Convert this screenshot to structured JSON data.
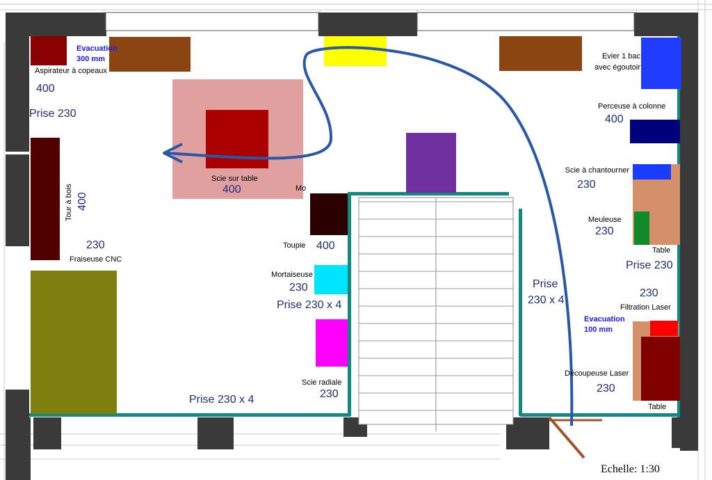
{
  "labels": {
    "evac_top": "Evacuation",
    "evac_top_size": "300 mm",
    "aspirateur": "Aspirateur à copeaux",
    "aspirateur_power": "400",
    "prise_left": "Prise 230",
    "tour_a_bois": "Tour à bois",
    "tour_power": "400",
    "fraiseuse_power": "230",
    "fraiseuse": "Fraiseuse CNC",
    "scie_table": "Scie sur table",
    "scie_table_power": "400",
    "mo_partial": "Mo",
    "toupie": "Toupie",
    "toupie_power": "400",
    "mortaiseuse": "Mortaiseuse",
    "mortaiseuse_power": "230",
    "prise_center": "Prise 230 x 4",
    "scie_radiale": "Scie radiale",
    "scie_radiale_power": "230",
    "prise_bottom": "Prise 230 x 4",
    "prise_right_line1": "Prise",
    "prise_right_line2": "230 x 4",
    "evier_line1": "Evier 1 bac",
    "evier_line2": "avec égoutoir",
    "perceuse": "Perceuse à colonne",
    "perceuse_power": "400",
    "scie_chantourner": "Scie à chantourner",
    "chantourner_power": "230",
    "meuleuse": "Meuleuse",
    "meuleuse_power": "230",
    "table_right_1": "Table",
    "prise_right": "Prise 230",
    "filtration_power": "230",
    "filtration": "Filtration Laser",
    "evac_right": "Evacuation",
    "evac_right_size": "100 mm",
    "decoupeuse": "Découpeuse Laser",
    "decoupeuse_power": "230",
    "table_right_2": "Table",
    "scale": "Echelle: 1:30"
  },
  "colors": {
    "wall": "#3a3a3a",
    "partition": "#128a80",
    "aspirateur": "#8b0000",
    "cabinet": "#8b4513",
    "light": "#ffff00",
    "evier": "#1f3cff",
    "perceuse": "#00007a",
    "chantourner": "#1a3cff",
    "table": "#d4906a",
    "meuleuse": "#128a2a",
    "filtration": "#ff0000",
    "decoupeuse": "#800000",
    "scie_zone": "#e0a0a0",
    "scie_table": "#aa0000",
    "violet": "#7030a0",
    "toupie": "#2a0000",
    "mortaiseuse": "#00e5ff",
    "scie_radiale": "#ff00ff",
    "tour": "#500000",
    "fraiseuse": "#7f7f10",
    "path": "#2a58a8",
    "ladder": "#a0522d"
  },
  "icons": {
    "path_arrow": "arrow-path-icon"
  }
}
